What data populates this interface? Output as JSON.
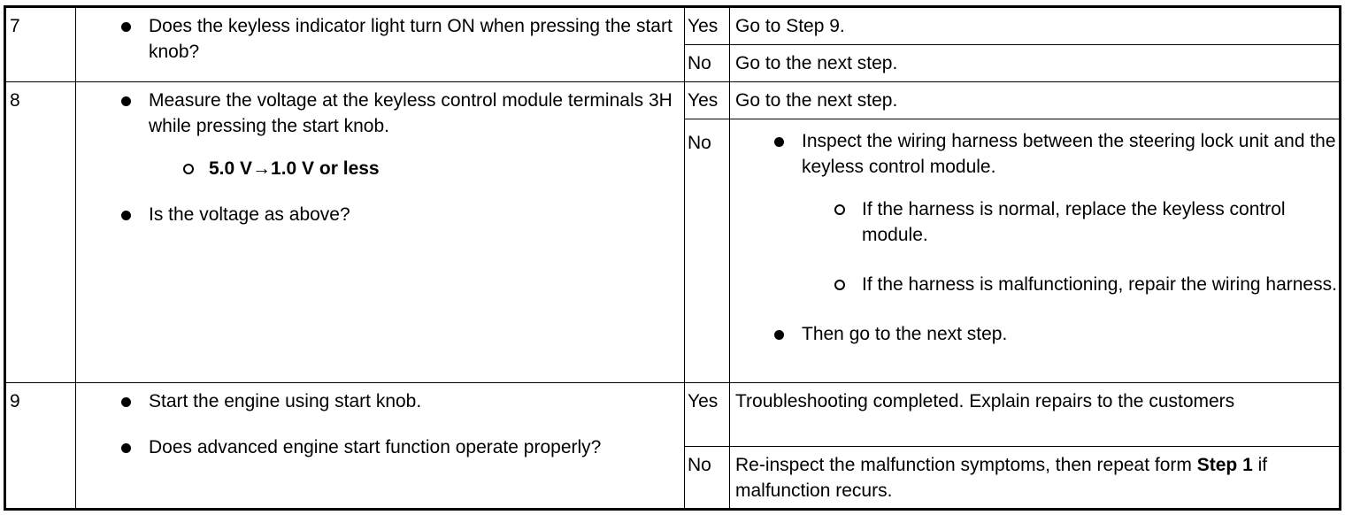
{
  "rows": [
    {
      "step": "7",
      "inspection": [
        "Does the keyless indicator light turn ON when pressing the start knob?"
      ],
      "yes": {
        "label": "Yes",
        "action": "Go to Step 9."
      },
      "no": {
        "label": "No",
        "action": "Go to the next step."
      }
    },
    {
      "step": "8",
      "inspection": [
        "Measure the voltage at the keyless control module terminals 3H while pressing the start knob.",
        "Is the voltage as above?"
      ],
      "spec": "5.0 V→1.0 V or less",
      "yes": {
        "label": "Yes",
        "action": "Go to the next step."
      },
      "no": {
        "label": "No",
        "action_bullet_1": "Inspect the wiring harness between the steering lock unit and the keyless control module.",
        "action_sub_1": "If the harness is normal, replace the keyless control module.",
        "action_sub_2": "If the harness is malfunctioning, repair the wiring harness.",
        "action_bullet_2": "Then go to the next step."
      }
    },
    {
      "step": "9",
      "inspection": [
        "Start the engine using start knob.",
        "Does advanced engine start function operate properly?"
      ],
      "yes": {
        "label": "Yes",
        "action": "Troubleshooting completed. Explain repairs to the customers"
      },
      "no": {
        "label": "No",
        "action_prefix": "Re-inspect the malfunction symptoms, then repeat form ",
        "action_bold": "Step 1",
        "action_suffix": " if malfunction recurs."
      }
    }
  ]
}
